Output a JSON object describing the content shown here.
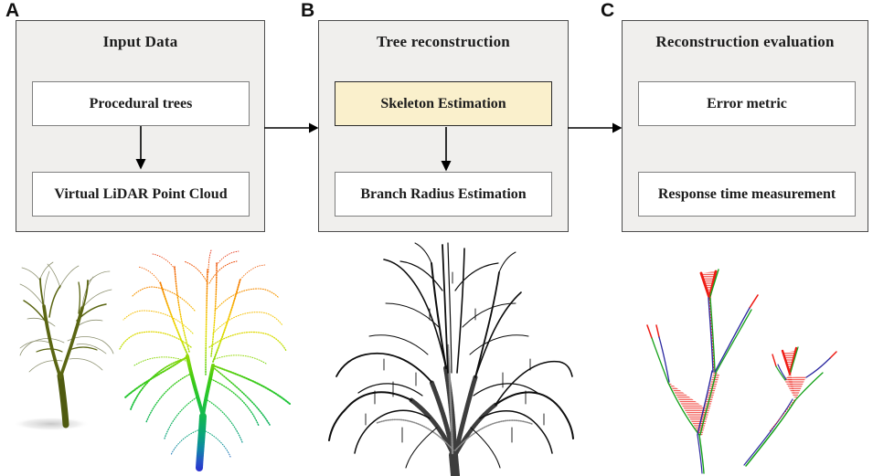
{
  "panels": [
    {
      "label": "A",
      "title": "Input Data",
      "boxes": [
        {
          "label": "Procedural trees",
          "highlighted": false
        },
        {
          "label": "Virtual LiDAR Point Cloud",
          "highlighted": false
        }
      ]
    },
    {
      "label": "B",
      "title": "Tree reconstruction",
      "boxes": [
        {
          "label": "Skeleton Estimation",
          "highlighted": true
        },
        {
          "label": "Branch Radius Estimation",
          "highlighted": false
        }
      ]
    },
    {
      "label": "C",
      "title": "Reconstruction evaluation",
      "boxes": [
        {
          "label": "Error metric",
          "highlighted": false
        },
        {
          "label": "Response time measurement",
          "highlighted": false
        }
      ]
    }
  ],
  "artwork": [
    {
      "name": "procedural-tree-render"
    },
    {
      "name": "virtual-lidar-point-cloud"
    },
    {
      "name": "reconstructed-skeleton-tree"
    },
    {
      "name": "error-evaluation-skeletons"
    }
  ],
  "colors": {
    "panel_fill": "#f0efed",
    "panel_border": "#4d4d4d",
    "box_border": "#7f7f7f",
    "highlight_fill": "#faf0cc",
    "arrow": "#000000",
    "tree_olive": "#5a6512",
    "skeleton_black": "#111111",
    "pointcloud_scale_top_to_bottom": [
      "#e01800",
      "#f58400",
      "#efd400",
      "#3fcb12",
      "#12b656",
      "#0f85a8",
      "#2b2fd0"
    ],
    "eval_green": "#17a21b",
    "eval_blue": "#2b28a0",
    "eval_red": "#ee1c14"
  }
}
